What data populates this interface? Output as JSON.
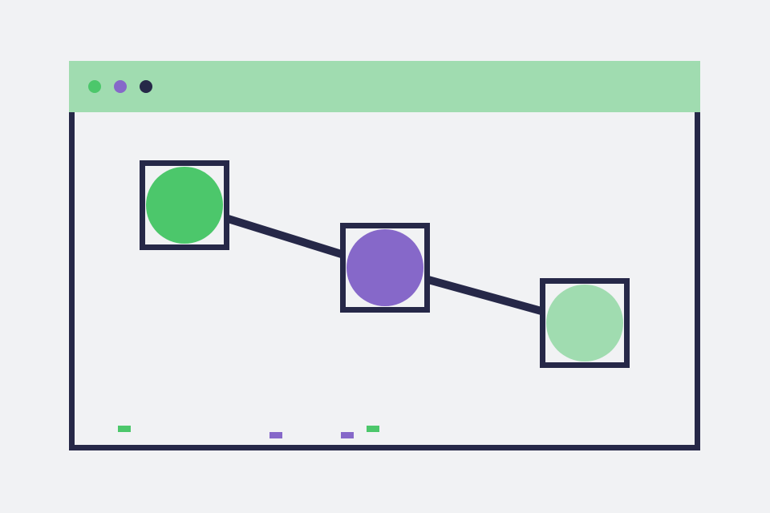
{
  "colors": {
    "background": "#f1f2f4",
    "titlebar": "#a0dcb0",
    "frame": "#262848",
    "green": "#4cc76b",
    "purple": "#8668c9",
    "light_green": "#a0dcb0"
  },
  "window": {
    "controls": [
      {
        "name": "green-dot",
        "color": "#4cc76b"
      },
      {
        "name": "purple-dot",
        "color": "#8668c9"
      },
      {
        "name": "dark-dot",
        "color": "#262848"
      }
    ]
  },
  "nodes": [
    {
      "name": "node-green",
      "color": "#4cc76b"
    },
    {
      "name": "node-purple",
      "color": "#8668c9"
    },
    {
      "name": "node-light-green",
      "color": "#a0dcb0"
    }
  ],
  "legend_markers": [
    {
      "name": "marker-green-1",
      "color": "#4cc76b"
    },
    {
      "name": "marker-purple-1",
      "color": "#8668c9"
    },
    {
      "name": "marker-purple-2",
      "color": "#8668c9"
    },
    {
      "name": "marker-green-2",
      "color": "#4cc76b"
    }
  ]
}
